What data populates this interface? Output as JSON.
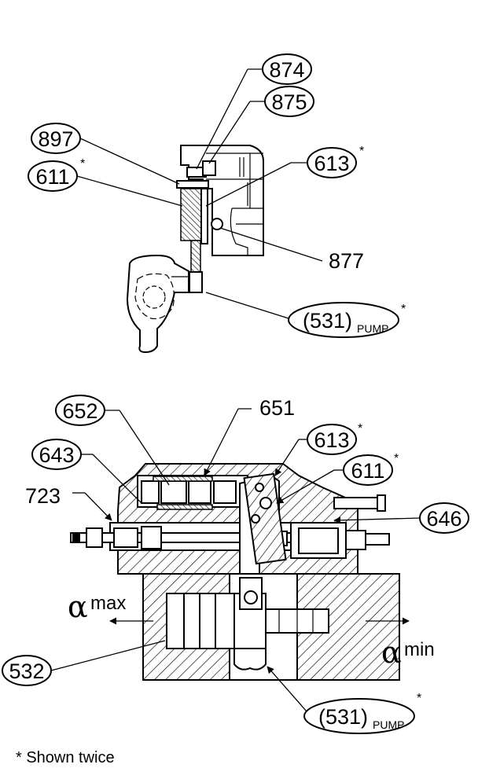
{
  "labels": {
    "l874": "874",
    "l875": "875",
    "l897": "897",
    "l611_top": "611",
    "l613_top": "613",
    "l877": "877",
    "l531_top": "(531)",
    "l531_top_sub": "PUMP",
    "l652": "652",
    "l651": "651",
    "l613_bottom": "613",
    "l643": "643",
    "l611_bottom": "611",
    "l723": "723",
    "l646": "646",
    "l532": "532",
    "l531_bottom": "(531)",
    "l531_bottom_sub": "PUMP"
  },
  "asterisk": "*",
  "alpha": {
    "symbol": "α",
    "max": "max",
    "min": "min"
  },
  "footnote": "* Shown twice"
}
